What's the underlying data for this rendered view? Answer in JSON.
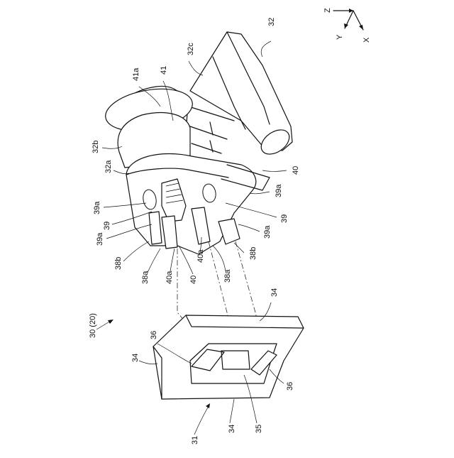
{
  "axes": {
    "z": "Z",
    "y": "Y",
    "x": "X"
  },
  "labels": {
    "l32": "32",
    "l32c": "32c",
    "l41a": "41a",
    "l41": "41",
    "l32b": "32b",
    "l32a": "32a",
    "l40_right": "40",
    "l39a_upper_right": "39a",
    "l39_right": "39",
    "l39a_lower_right": "39a",
    "l38b_right": "38b",
    "l39a_left_top": "39a",
    "l39_left": "39",
    "l39a_left_bottom": "39a",
    "l38b_left": "38b",
    "l38a_left": "38a",
    "l40a_left": "40a",
    "l40_center": "40",
    "l40a_center": "40a",
    "l38a_right": "38a",
    "l30": "30 (20)",
    "l34_top": "34",
    "l36_left": "36",
    "l34_left": "34",
    "l35": "35",
    "l36_right": "36",
    "l34_bottom": "34",
    "l31": "31"
  }
}
